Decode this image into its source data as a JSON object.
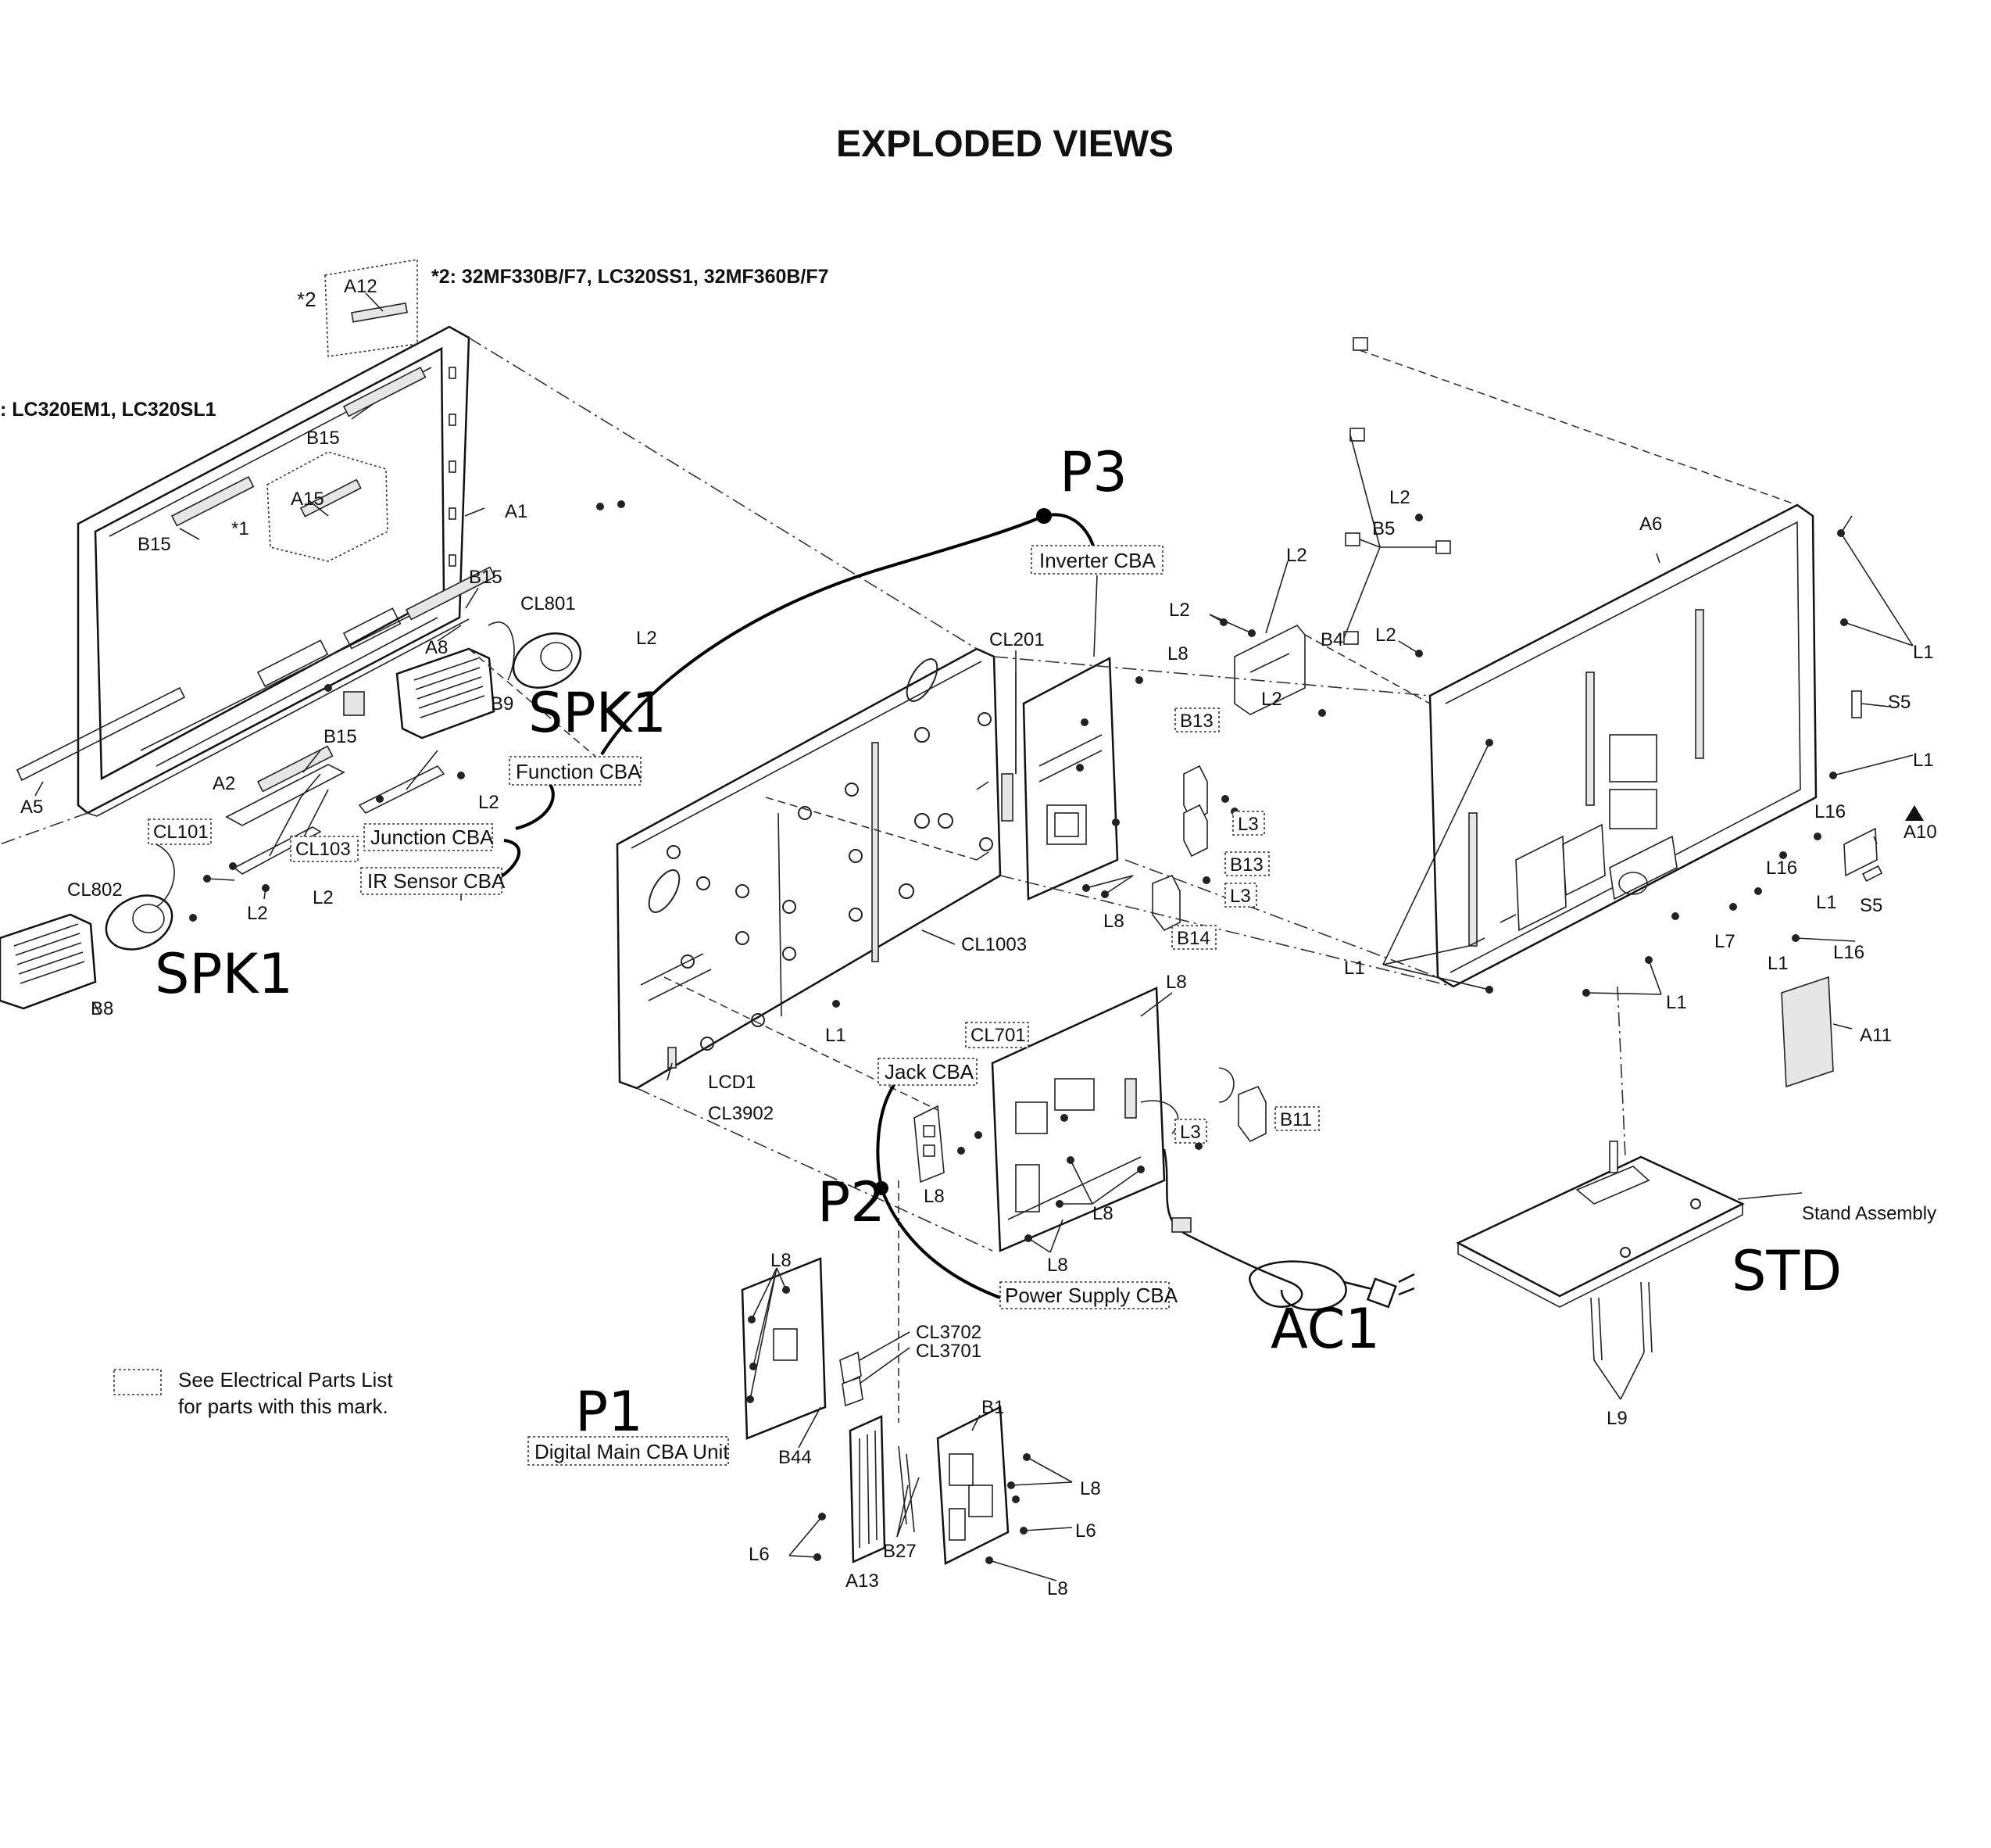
{
  "title": "EXPLODED VIEWS",
  "notes": {
    "variant1": ": LC320EM1, LC320SL1",
    "variant2": "*2: 32MF330B/F7, LC320SS1, 32MF360B/F7",
    "marker1": "*1",
    "marker2": "*2"
  },
  "legend": {
    "line1": "See Electrical Parts List",
    "line2": "for parts with this mark."
  },
  "boxed_labels": {
    "inverter_cba": "Inverter CBA",
    "function_cba": "Function CBA",
    "junction_cba": "Junction CBA",
    "ir_sensor_cba": "IR Sensor CBA",
    "cl101": "CL101",
    "cl103": "CL103",
    "cl701": "CL701",
    "jack_cba": "Jack CBA",
    "power_supply_cba": "Power Supply CBA",
    "digital_main_cba": "Digital Main CBA Unit",
    "b13a": "B13",
    "b13b": "B13",
    "l3a": "L3",
    "l3b": "L3",
    "l3c": "L3",
    "b14": "B14",
    "b11": "B11"
  },
  "labels": {
    "a12": "A12",
    "b15a": "B15",
    "b15b": "B15",
    "b15c": "B15",
    "b15d": "B15",
    "a15": "A15",
    "a1": "A1",
    "cl801": "CL801",
    "l2a": "L2",
    "a8": "A8",
    "b9": "B9",
    "a2": "A2",
    "a5": "A5",
    "l2b": "L2",
    "cl802": "CL802",
    "l2c": "L2",
    "l2d": "L2",
    "b8": "B8",
    "cl201": "CL201",
    "l8a": "L8",
    "l8b": "L8",
    "cl1003": "CL1003",
    "l1a": "L1",
    "lcd1": "LCD1",
    "cl3902": "CL3902",
    "l8c": "L8",
    "l8d": "L8",
    "l8e": "L8",
    "l8f": "L8",
    "l8g": "L8",
    "cl3702": "CL3702",
    "cl3701": "CL3701",
    "b1": "B1",
    "b44": "B44",
    "l8h": "L8",
    "l6a": "L6",
    "l6b": "L6",
    "b27": "B27",
    "a13": "A13",
    "l8i": "L8",
    "l2e": "L2",
    "b5": "B5",
    "l2f": "L2",
    "l2g": "L2",
    "b4": "B4",
    "l2h": "L2",
    "l2i": "L2",
    "a6": "A6",
    "l1b": "L1",
    "s5a": "S5",
    "l1c": "L1",
    "l16a": "L16",
    "a10": "A10",
    "l16b": "L16",
    "l1d": "L1",
    "s5b": "S5",
    "l7": "L7",
    "l1e": "L1",
    "l16c": "L16",
    "l1f": "L1",
    "l1g": "L1",
    "a11": "A11",
    "stand_assembly": "Stand Assembly",
    "l9": "L9"
  },
  "handwritten": {
    "p3": "P3",
    "spk1_top": "SPK1",
    "spk1_bottom": "SPK1",
    "p2": "P2",
    "p1": "P1",
    "ac1": "AC1",
    "std": "STD"
  }
}
